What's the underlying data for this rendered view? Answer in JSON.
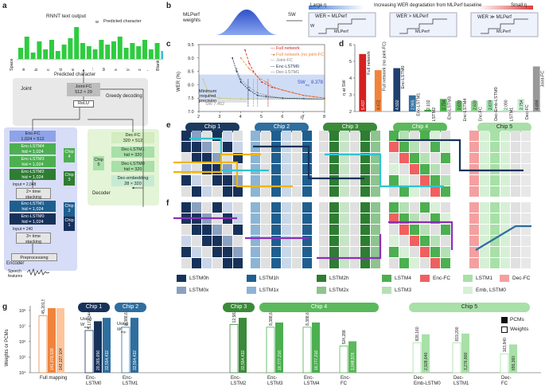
{
  "panels": {
    "a": "a",
    "b": "b",
    "c": "c",
    "d": "d",
    "e": "e",
    "f": "f",
    "g": "g"
  },
  "a": {
    "title": "RNNT text output",
    "predicted_character_label": "Predicted character",
    "w_label": "w",
    "characters": [
      "Space",
      "a",
      "b",
      "c",
      "d",
      "e",
      "...",
      "w",
      "x",
      "y",
      "z",
      "'",
      "Blank"
    ],
    "bar_heights": [
      0.35,
      0.7,
      0.2,
      0.55,
      0.3,
      0.6,
      0.25,
      0.45,
      0.65,
      1.0,
      0.5,
      0.4,
      0.3,
      0.6,
      0.45,
      0.55,
      0.7,
      0.35,
      0.5,
      0.4,
      0.6,
      0.3,
      0.5,
      0.25
    ],
    "predicted_character_arrow": "Predicted character",
    "joint_label": "Joint",
    "greedy_label": "Greedy decoding",
    "joint_fc": "Joint-FC\n512 × 29",
    "relu": "ReLU",
    "enc_fc": "Enc-FC\n1,024 × 512",
    "enc_lstm4": "Enc-LSTM4\nhid = 1,024",
    "enc_lstm3": "Enc-LSTM3\nhid = 1,024",
    "enc_lstm2": "Enc-LSTM2\nhid = 1,024",
    "time_stack2": "2× time\nstacking",
    "enc_lstm1": "Enc-LSTM1\nhid = 1,024",
    "enc_lstm0": "Enc-LSTM0\nhid = 1,024",
    "time_stack3": "3× time\nstacking",
    "preprocessing": "Preprocessing",
    "input_2048": "Input = 2,048",
    "input_240": "Input = 240",
    "encoder": "Encoder",
    "speech": "Speech\nfeatures",
    "chip1": "Chip\n1",
    "chip2": "Chip\n2",
    "chip3": "Chip\n3",
    "chip4": "Chip\n4",
    "chip5": "Chip\n5",
    "dec_fc": "Dec-FC\n320 × 512",
    "dec_lstm1": "Dec-LSTM1\nhid = 320",
    "dec_lstm0": "Dec-LSTM0\nhid = 320",
    "dec_emb": "Dec-embedding\n28 × 320",
    "decoder": "Decoder"
  },
  "b": {
    "mlperf_weights": "MLPerf\nweights",
    "sw": "SW",
    "large_eta": "Large η",
    "small_eta": "Small η",
    "increasing": "Increasing WER degradation from MLPerf baseline",
    "cases": [
      {
        "label": "WER ≈ MLPerf",
        "sub": "MLPerf",
        "w": "W"
      },
      {
        "label": "WER > MLPerf",
        "sub": "MLPerf",
        "w": ""
      },
      {
        "label": "WER ≫ MLPerf",
        "sub": "MLPerf",
        "w": ""
      }
    ]
  },
  "chart_data": [
    {
      "type": "line",
      "panel": "c",
      "ylabel": "WER (%)",
      "xlabel": "η",
      "xlim": [
        2,
        8
      ],
      "ylim": [
        7.0,
        9.5
      ],
      "xticks": [
        2,
        3,
        4,
        5,
        6,
        7,
        8
      ],
      "yticks": [
        7.0,
        7.5,
        8.0,
        8.5,
        9.0,
        9.5
      ],
      "annotations": {
        "required": "Minimum\nrequired\nprecision",
        "sw_low": "SW 7.452",
        "sw_high": "SW",
        "sw_high_sub": "eq",
        "sw_high_val": "8.378",
        "star": "*"
      },
      "series": [
        {
          "name": "Full network",
          "x": [
            4.2,
            4.4,
            4.6,
            4.8,
            5.0,
            5.5,
            6.0,
            6.5,
            7.0,
            7.5,
            8.0
          ],
          "y": [
            9.3,
            8.8,
            8.5,
            8.3,
            8.1,
            7.9,
            7.8,
            7.7,
            7.6,
            7.55,
            7.5
          ]
        },
        {
          "name": "Full network (no joint-FC)",
          "x": [
            4.0,
            4.4,
            4.8,
            5.2,
            5.6,
            6.0,
            6.5,
            7.0,
            7.5,
            8.0
          ],
          "y": [
            9.0,
            8.6,
            8.3,
            8.1,
            7.9,
            7.8,
            7.7,
            7.6,
            7.55,
            7.5
          ]
        },
        {
          "name": "Joint-FC",
          "x": [
            3.8,
            4.0,
            4.4,
            4.8,
            5.2,
            6.0,
            7.0,
            8.0
          ],
          "y": [
            8.6,
            8.2,
            7.9,
            7.7,
            7.6,
            7.5,
            7.48,
            7.46
          ]
        },
        {
          "name": "Enc-LSTM0",
          "x": [
            3.6,
            3.8,
            4.0,
            4.4,
            4.8,
            5.2,
            6.0,
            7.0,
            8.0
          ],
          "y": [
            9.0,
            8.5,
            8.1,
            7.8,
            7.6,
            7.55,
            7.5,
            7.48,
            7.46
          ]
        },
        {
          "name": "Dec-LSTM1",
          "x": [
            2.2,
            2.4,
            2.6,
            3.0,
            3.5,
            4.0,
            5.0,
            6.0,
            7.0,
            8.0
          ],
          "y": [
            8.2,
            7.8,
            7.6,
            7.5,
            7.48,
            7.47,
            7.46,
            7.46,
            7.45,
            7.45
          ]
        }
      ]
    },
    {
      "type": "bar",
      "panel": "d",
      "ylabel": "η at SW",
      "ylim": [
        2,
        6
      ],
      "yticks": [
        2,
        3,
        4,
        5,
        6
      ],
      "categories": [
        "Full network",
        "Full network (no joint-FC)",
        "Enc-LSTM0",
        "Enc-LSTM1",
        "Enc-LSTM2",
        "Enc-LSTM3",
        "Enc-LSTM4",
        "Enc-FC",
        "Dec-Emb-LSTM0",
        "Dec-LSTM1",
        "Dec-FC",
        "Joint-FC"
      ],
      "values": [
        5.437,
        4.472,
        4.592,
        2.965,
        2.102,
        2.754,
        2.633,
        2.633,
        2.674,
        2.09,
        2.754,
        4.694
      ],
      "labels": [
        "5.437",
        "4.472",
        "4.592",
        "2.965",
        "2.102",
        "2.754",
        "2.633",
        "2.633",
        "2.674",
        "2.090",
        "2.754",
        "4.694"
      ],
      "colors": [
        "#d62020",
        "#f0843c",
        "#1f3f6e",
        "#2f6e9e",
        "#3a9a3a",
        "#56b456",
        "#6cc46c",
        "#8fd68f",
        "#9fe0b0",
        "#b4e8c4",
        "#c8eed4",
        "#999999"
      ]
    },
    {
      "type": "bar",
      "panel": "g",
      "ylabel": "Weights or PCMs",
      "yticks_labels": [
        "10⁴",
        "10⁵",
        "10⁶",
        "10⁷",
        "10⁸"
      ],
      "legend": [
        "PCMs",
        "Weights"
      ],
      "categories": [
        "Full mapping",
        "Enc-LSTM0",
        "Enc-LSTM1",
        "Enc-LSTM2",
        "Enc-LSTM3",
        "Enc-LSTM4",
        "Enc-FC",
        "Dec-Emb-LSTM0",
        "Dec-LSTM1",
        "Dec-FC"
      ],
      "weights": [
        45201568,
        5177344,
        8388608,
        12582912,
        8388608,
        8388608,
        524288,
        828160,
        819200,
        163840
      ],
      "pcms_a": [
        141078528,
        20365656,
        33554432,
        33554432,
        16777216,
        16777216,
        1048576,
        2928640,
        3276800,
        655360
      ],
      "pcms_b": [
        142127104,
        33554432,
        null,
        null,
        null,
        null,
        null,
        null,
        null,
        null
      ],
      "weights_labels": [
        "45,201,568",
        "5,177,344",
        "8,388,608",
        "12,582,912",
        "8,388,608",
        "8,388,608",
        "524,288",
        "828,160",
        "819,200",
        "163,840"
      ],
      "pcms_labels": [
        "141,078,528",
        "20,365,656",
        "33,554,432",
        "33,554,432",
        "16,777,216",
        "16,777,216",
        "1,048,576",
        "2,928,640",
        "3,276,800",
        "655,360"
      ],
      "pcms2_labels": [
        "142,127,104",
        "33,554,432"
      ],
      "using": "Using",
      "wexp": "W",
      "wexp_sub": "exp"
    }
  ],
  "chips": {
    "chip1": "Chip 1",
    "chip2": "Chip 2",
    "chip3": "Chip 3",
    "chip4": "Chip 4",
    "chip5": "Chip 5"
  },
  "legend": {
    "lstm0h": "LSTM0h",
    "lstm0x": "LSTM0x",
    "lstm1h": "LSTM1h",
    "lstm1x": "LSTM1x",
    "lstm2h": "LSTM2h",
    "lstm2x": "LSTM2x",
    "lstm4": "LSTM4",
    "lstm3": "LSTM3",
    "encfc": "Enc-FC",
    "lstm1": "LSTM1",
    "emb": "Emb, LSTM0",
    "decfc": "Dec-FC"
  },
  "colors": {
    "chip1": "#1c3a5e",
    "chip2": "#2f6e9e",
    "chip3": "#3a8a3a",
    "chip4": "#5cb85c",
    "chip5": "#a8e0a8",
    "red": "#d62020",
    "orange": "#f0843c",
    "blue_dark": "#17325a",
    "cyan": "#2fc4d0",
    "yellow": "#f0b400",
    "purple": "#8a2fb8"
  }
}
